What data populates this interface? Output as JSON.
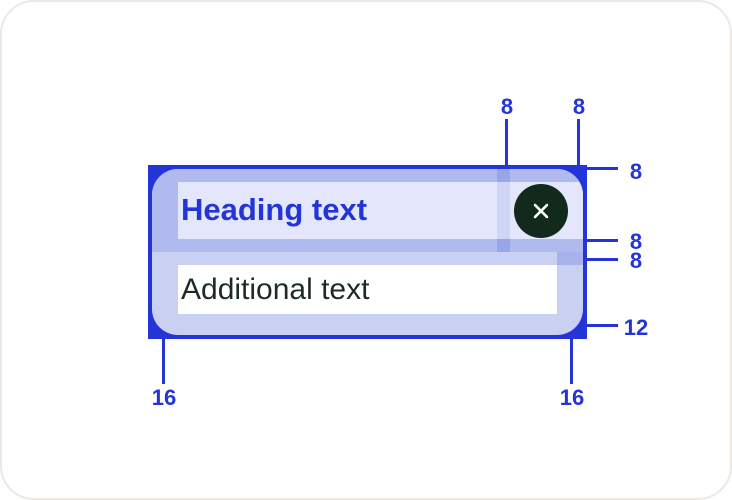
{
  "component": {
    "heading_text": "Heading text",
    "additional_text": "Additional text",
    "close_icon": "x-mark"
  },
  "annotations": [
    {
      "name": "gap-heading-to-close",
      "value": "8"
    },
    {
      "name": "padding-right-of-close",
      "value": "8"
    },
    {
      "name": "padding-top",
      "value": "8"
    },
    {
      "name": "gap-below-heading",
      "value": "8"
    },
    {
      "name": "gap-between-rows",
      "value": "8"
    },
    {
      "name": "padding-bottom",
      "value": "12"
    },
    {
      "name": "padding-left",
      "value": "16"
    },
    {
      "name": "padding-right",
      "value": "16"
    }
  ],
  "colors": {
    "accent_blue": "#2435d8",
    "overlay_lavender": "#b0baee",
    "overlay_overlap": "#98a5e9",
    "base_lavender": "#cad0f2",
    "heading_bg": "#e4e7fb",
    "additional_bg": "#ffffff",
    "close_button_bg": "#112a1c",
    "heading_text_color": "#2435d8",
    "additional_text_color": "#1d2c23",
    "card_border": "#ece8e3"
  }
}
